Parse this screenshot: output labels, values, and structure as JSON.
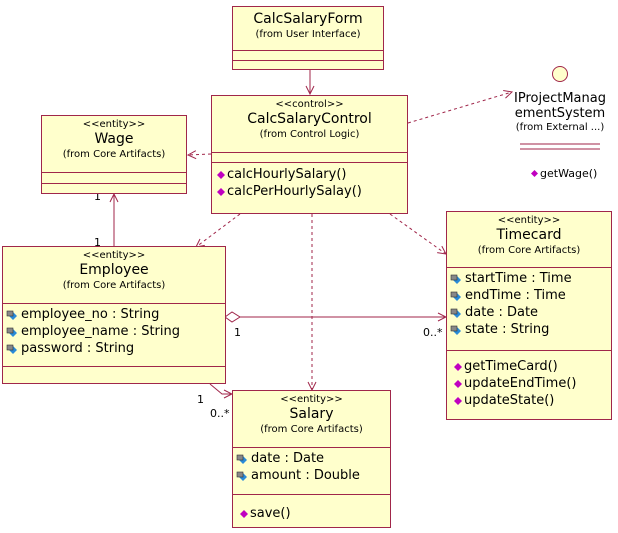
{
  "classes": {
    "calcSalaryForm": {
      "name": "CalcSalaryForm",
      "from": "(from User Interface)"
    },
    "calcSalaryControl": {
      "stereotype": "<<control>>",
      "name": "CalcSalaryControl",
      "from": "(from Control Logic)",
      "operations": [
        "calcHourlySalary()",
        "calcPerHourlySalay()"
      ]
    },
    "wage": {
      "stereotype": "<<entity>>",
      "name": "Wage",
      "from": "(from Core Artifacts)"
    },
    "employee": {
      "stereotype": "<<entity>>",
      "name": "Employee",
      "from": "(from Core Artifacts)",
      "attributes": [
        {
          "name": "employee_no",
          "type": ": String"
        },
        {
          "name": "employee_name",
          "type": ": String"
        },
        {
          "name": "password",
          "type": ": String"
        }
      ]
    },
    "timecard": {
      "stereotype": "<<entity>>",
      "name": "Timecard",
      "from": "(from Core Artifacts)",
      "attributes": [
        {
          "name": "startTime",
          "type": ": Time"
        },
        {
          "name": "endTime",
          "type": ": Time"
        },
        {
          "name": "date",
          "type": ": Date"
        },
        {
          "name": "state",
          "type": ": String"
        }
      ],
      "operations": [
        "getTimeCard()",
        "updateEndTime()",
        "updateState()"
      ]
    },
    "salary": {
      "stereotype": "<<entity>>",
      "name": "Salary",
      "from": "(from Core Artifacts)",
      "attributes": [
        {
          "name": "date",
          "type": ": Date"
        },
        {
          "name": "amount",
          "type": ": Double"
        }
      ],
      "operations": [
        "save()"
      ]
    }
  },
  "interface": {
    "name_line1": "IProjectManag",
    "name_line2": "ementSystem",
    "from": "(from External ...)",
    "operation": "getWage()"
  },
  "multiplicities": {
    "wage_end": "1",
    "employee_wage_end": "1",
    "employee_timecard_end": "1",
    "timecard_end": "0..*",
    "employee_salary_end": "1",
    "salary_end": "0..*"
  },
  "colors": {
    "box_fill": "#ffffcc",
    "box_border": "#a0264a",
    "link": "#a0264a",
    "interface_fill": "#ffffcc",
    "operation_icon": "#c000c0",
    "attribute_icon": "#2a8bd8"
  }
}
